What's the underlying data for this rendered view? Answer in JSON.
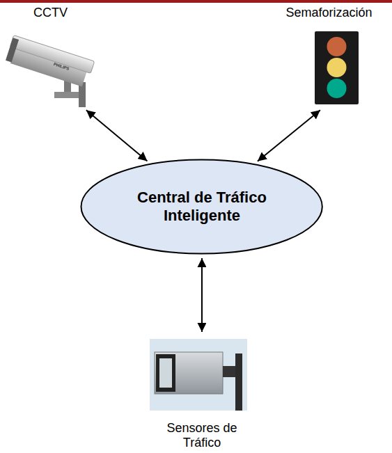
{
  "diagram": {
    "nodes": [
      {
        "text": [
          "CCTV"
        ]
      },
      {
        "text": [
          "Semaforización"
        ]
      },
      {
        "text": [
          "Central de Tráfico Inteligente"
        ]
      },
      {
        "text": [
          "Sensores de Tráfico"
        ]
      }
    ],
    "edges": [
      {
        "from": 2,
        "to": 0,
        "arrow": "both"
      },
      {
        "from": 2,
        "to": 1,
        "arrow": "both"
      },
      {
        "from": 2,
        "to": 3,
        "arrow": "both"
      }
    ],
    "labels": [
      "PHILIPS"
    ]
  }
}
